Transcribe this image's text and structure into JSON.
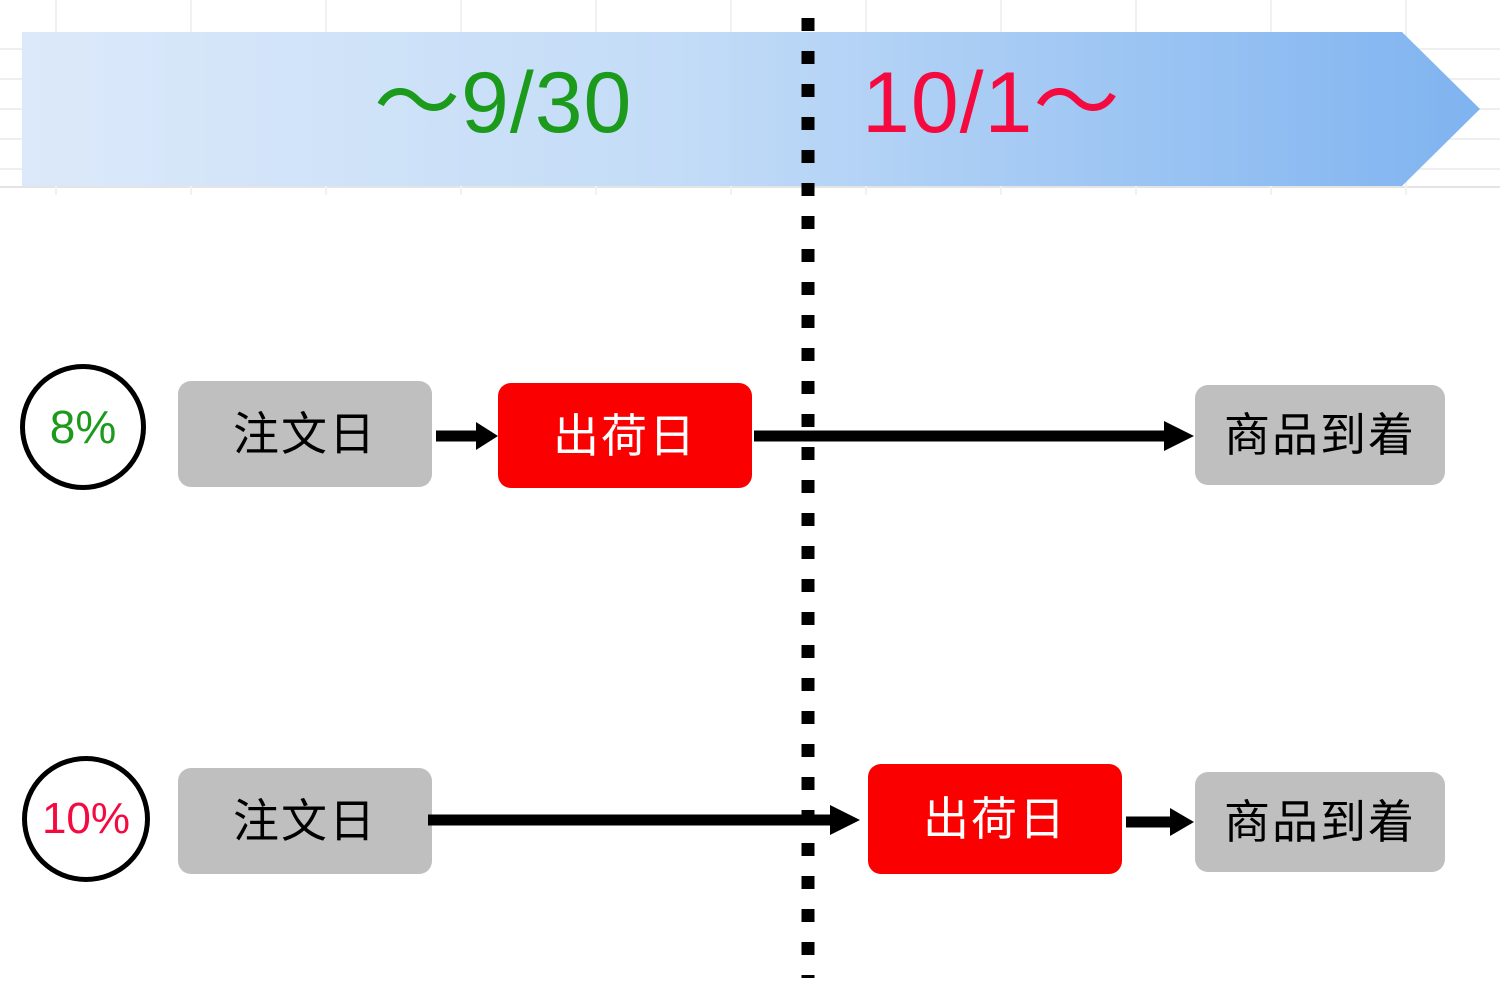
{
  "banner": {
    "name": "tax-rate-timeline-banner",
    "before_label": "〜9/30",
    "after_label": "10/1〜",
    "before_color": "#1c9a1c",
    "after_color": "#f50a40",
    "fill_start_color": "#dce9fa",
    "fill_end_color": "#7fb3f0"
  },
  "divider": {
    "name": "date-boundary-divider",
    "style": "dotted",
    "color": "#000000"
  },
  "rows": [
    {
      "rate": "8%",
      "rate_color": "#1c9a1c",
      "order_label": "注文日",
      "ship_label": "出荷日",
      "arrive_label": "商品到着"
    },
    {
      "rate": "10%",
      "rate_color": "#f50a40",
      "order_label": "注文日",
      "ship_label": "出荷日",
      "arrive_label": "商品到着"
    }
  ],
  "colors": {
    "node_gray": "#bfbfbf",
    "node_red": "#fb0000",
    "arrow_black": "#000000",
    "grid_line": "#efefef"
  }
}
